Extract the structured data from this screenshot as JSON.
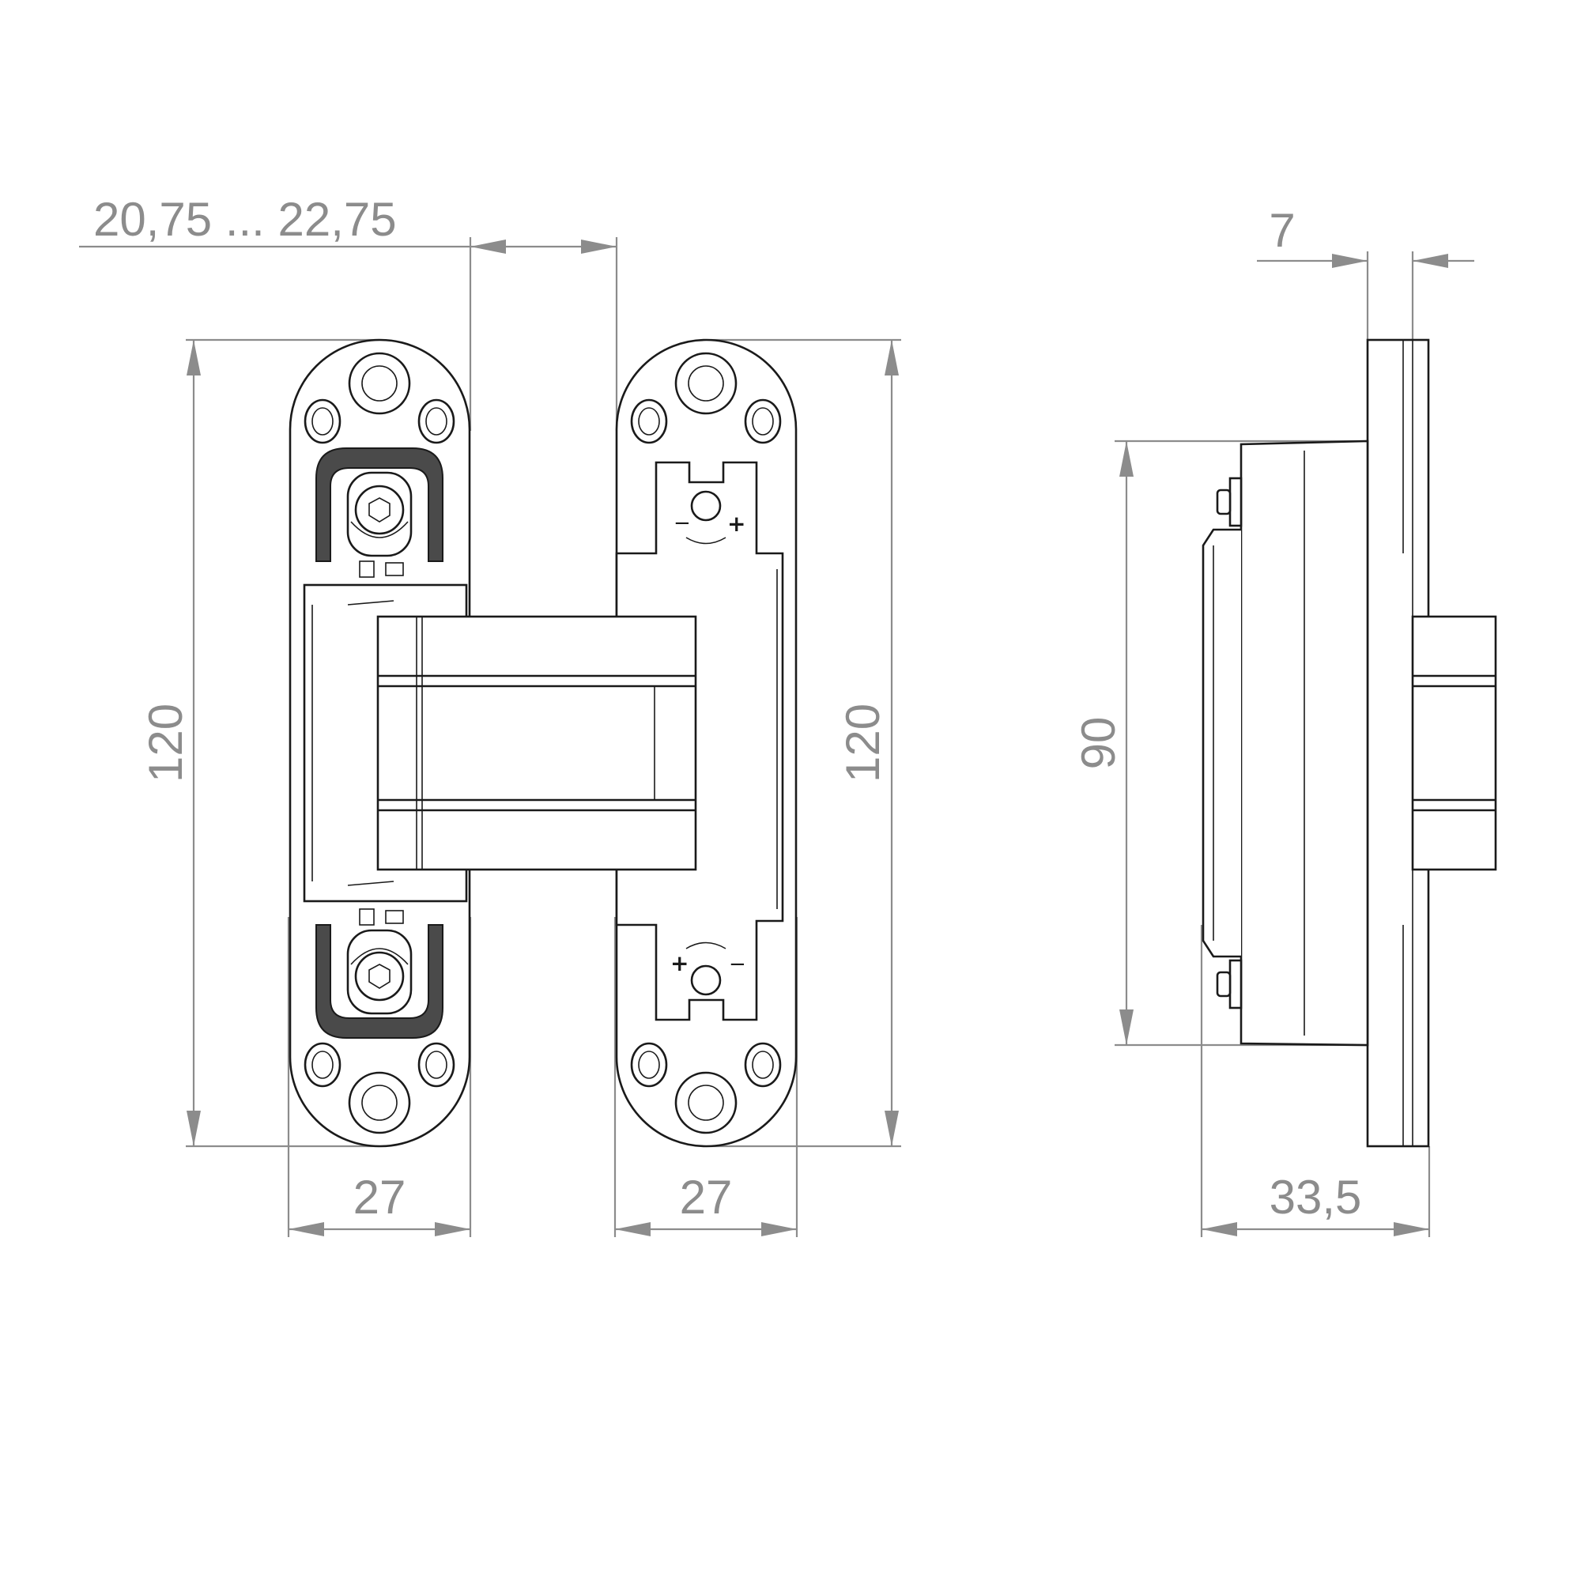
{
  "dimensions": {
    "gap_range": "20,75 ... 22,75",
    "left_height": "120",
    "right_height": "120",
    "left_width": "27",
    "right_width": "27",
    "side_height": "90",
    "side_flange": "7",
    "side_depth": "33,5"
  },
  "colors": {
    "dimension": "#8c8c8c",
    "outline": "#1a1a1a",
    "dark_fill": "#4a4a4a"
  },
  "symbols": {
    "adjust_plus": "+",
    "adjust_minus": "−"
  }
}
